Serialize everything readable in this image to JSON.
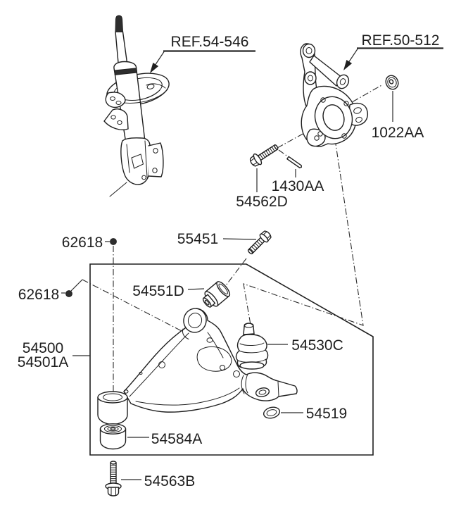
{
  "diagram": {
    "colors": {
      "background": "#ffffff",
      "line": "#1f1f1f",
      "text": "#1e1e1e"
    },
    "labels": {
      "ref_strut": "REF.54-546",
      "ref_knuckle": "REF.50-512",
      "nut_1022AA": "1022AA",
      "pin_1430AA": "1430AA",
      "bolt_54562D": "54562D",
      "bolt_55451": "55451",
      "nut_62618_upper": "62618",
      "nut_62618_left": "62618",
      "bushing_54551D": "54551D",
      "arm_54500": "54500",
      "arm_54501A": "54501A",
      "ball_joint_54530C": "54530C",
      "washer_54519": "54519",
      "bushing_54584A": "54584A",
      "bolt_54563B": "54563B"
    }
  }
}
